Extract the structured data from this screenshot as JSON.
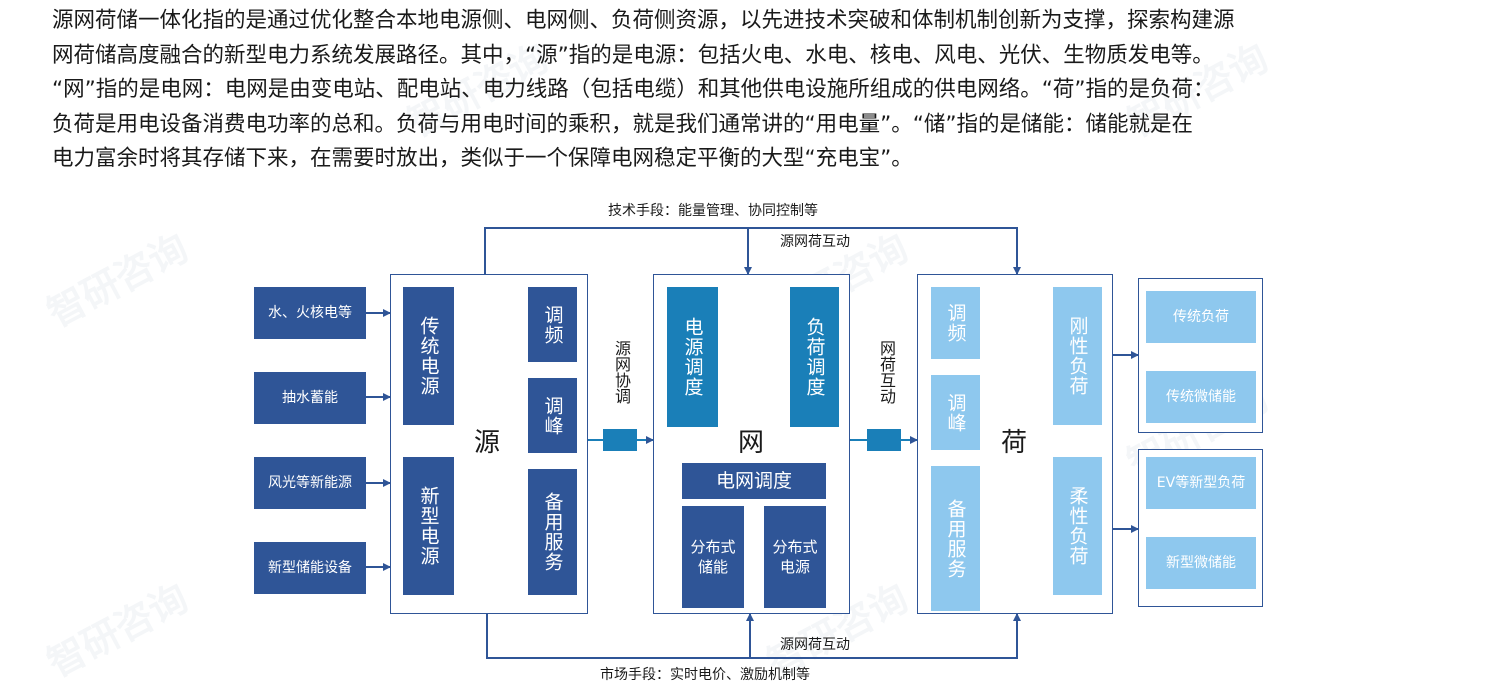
{
  "intro": {
    "line1": "源网荷储一体化指的是通过优化整合本地电源侧、电网侧、负荷侧资源，以先进技术突破和体制机制创新为支撑，探索构建源",
    "line2": "网荷储高度融合的新型电力系统发展路径。其中，“源”指的是电源：包括火电、水电、核电、风电、光伏、生物质发电等。",
    "line3": "“网”指的是电网：电网是由变电站、配电站、电力线路（包括电缆）和其他供电设施所组成的供电网络。“荷”指的是负荷：",
    "line4": "负荷是用电设备消费电功率的总和。负荷与用电时间的乘积，就是我们通常讲的“用电量”。“储”指的是储能：储能就是在",
    "line5": "电力富余时将其存储下来，在需要时放出，类似于一个保障电网稳定平衡的大型“充电宝”。"
  },
  "top_label": "技术手段：能量管理、协同控制等",
  "top_interact": "源网荷互动",
  "bottom_interact": "源网荷互动",
  "bottom_label": "市场手段：实时电价、激励机制等",
  "left_sources": [
    "水、火核电等",
    "抽水蓄能",
    "风光等新能源",
    "新型储能设备"
  ],
  "source": {
    "title": "源",
    "traditional": "传统电源",
    "new": "新型电源",
    "fm": "调频",
    "peak": "调峰",
    "reserve": "备用服务"
  },
  "coord_left": "源网协调",
  "grid": {
    "title": "网",
    "power_dispatch": "电源调度",
    "load_dispatch": "负荷调度",
    "grid_dispatch": "电网调度",
    "dist_storage": "分布式储能",
    "dist_power": "分布式电源"
  },
  "coord_right": "网荷互动",
  "load": {
    "title": "荷",
    "fm": "调频",
    "peak": "调峰",
    "reserve": "备用服务",
    "rigid": "刚性负荷",
    "flexible": "柔性负荷"
  },
  "right_group1": [
    "传统负荷",
    "传统微储能"
  ],
  "right_group2": [
    "EV等新型负荷",
    "新型微储能"
  ],
  "watermark": "智研咨询",
  "colors": {
    "dark_blue": "#2f5597",
    "teal": "#1a7fb8",
    "light_blue": "#8ec8ee",
    "line": "#2f5597"
  }
}
